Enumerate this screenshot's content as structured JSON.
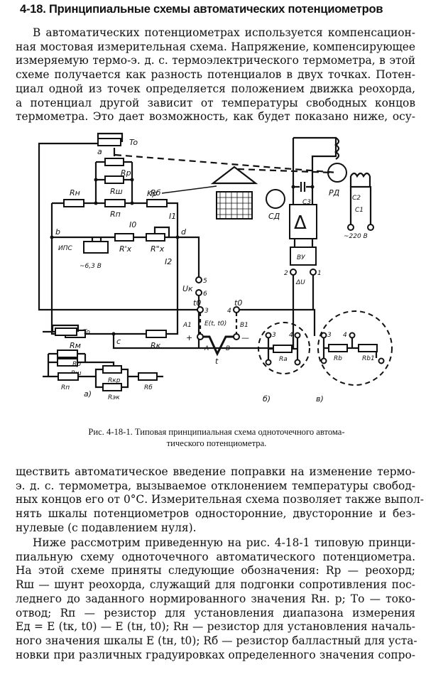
{
  "heading": "4-18. Принципиальные схемы автоматических потенциометров",
  "paragraph1": [
    "В автоматических потенциометрах используется компенсацион-",
    "ная мостовая измерительная схема. Напряжение, компенсирующее",
    "измеряемую термо-э. д. с. термоэлектрического термометра, в этой",
    "схеме получается как разность потенциалов в двух точках. Потен-",
    "циал одной из точек определяется положением движка реохорда,",
    "а потенциал другой зависит от температуры свободных концов",
    "термометра. Это дает возможность, как будет показано ниже, осу-"
  ],
  "figure": {
    "labels": {
      "To": "To",
      "a": "a",
      "b": "b",
      "c": "c",
      "d": "d",
      "Rp": "Rр",
      "Rsh": "Rш",
      "Rn_top": "Rн",
      "Rpp": "Rп",
      "Rb": "Rб",
      "Kp": "Kр",
      "SD": "СД",
      "RD": "РД",
      "C3": "C3",
      "C2": "C2",
      "C1": "C1",
      "I0": "I0",
      "I1": "I1",
      "I2": "I2",
      "Rx1": "R'x",
      "Rx2": "R\"x",
      "IPS": "ИПС",
      "ips_voltage": "~6,3 В",
      "Rm": "Rм",
      "Rk": "Rк",
      "t5": "5",
      "t6": "6",
      "Uk": "Uк",
      "t0a": "t0",
      "t0b": "t0",
      "t3": "3",
      "t4": "4",
      "A1": "A1",
      "B1": "B1",
      "E": "E(t, t0)",
      "plus": "+",
      "minus": "—",
      "A": "A",
      "B": "B",
      "t": "t",
      "delta": "Δ",
      "VU": "ВУ",
      "t1": "1",
      "t2": "2",
      "dU": "ΔU",
      "mains": "~220 В"
    },
    "sub_a": {
      "label": "a)",
      "To": "To",
      "Rp": "Rр",
      "Rsh": "Rш",
      "Rn": "Rп",
      "Rkr": "Rкр",
      "Rek": "Rэк",
      "Rb": "Rб"
    },
    "sub_b": {
      "label": "б)",
      "t3": "3",
      "t4": "4",
      "Ra": "Ra"
    },
    "sub_v": {
      "label": "в)",
      "t3": "3",
      "t4": "4",
      "Rb": "Rb",
      "Rb1": "Rb1"
    }
  },
  "caption": [
    "Рис. 4-18-1. Типовая принципиальная схема одноточечного автома-",
    "тического потенциометра."
  ],
  "paragraph2": [
    "ществить автоматическое введение поправки на изменение термо-",
    "э. д. с. термометра, вызываемое отклонением температуры свобод-",
    "ных концов его от 0°С. Измерительная схема позволяет также выпол-",
    "нять шкалы потенциометров односторонние, двусторонние и без-",
    "нулевые (с подавлением нуля)."
  ],
  "paragraph3": [
    "Ниже рассмотрим приведенную на рис. 4-18-1 типовую принци-",
    "пиальную схему одноточечного автоматического потенциометра.",
    "На этой схеме приняты следующие обозначения: Rр — реохорд;",
    "Rш — шунт реохорда, служащий для подгонки сопротивления пос-",
    "леднего до заданного нормированного значения Rн. р; То — токо-",
    "отвод; Rп — резистор для установления диапазона измерения",
    "Eд = E (tк, t0) — E (tн, t0); Rн — резистор для установления началь-",
    "ного значения шкалы E (tн, t0); Rб — резистор балластный для уста-",
    "новки при различных градуировках определенного значения сопро-"
  ]
}
